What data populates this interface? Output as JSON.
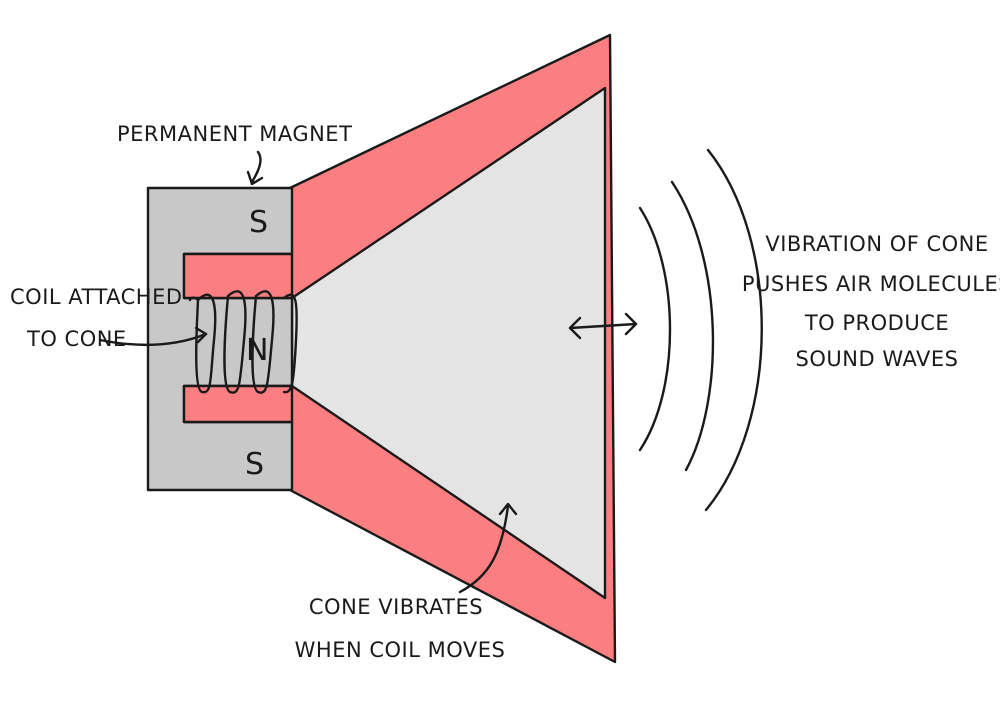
{
  "labels": {
    "permanent_magnet": "PERMANENT MAGNET",
    "coil_line1": "COIL ATTACHED",
    "coil_line2": "TO CONE",
    "vibration_line1": "VIBRATION OF CONE",
    "vibration_line2": "PUSHES AIR MOLECULES",
    "vibration_line3": "TO PRODUCE",
    "vibration_line4": "SOUND WAVES",
    "cone_line1": "CONE VIBRATES",
    "cone_line2": "WHEN COIL MOVES"
  },
  "poles": {
    "top": "S",
    "center": "N",
    "bottom": "S"
  },
  "colors": {
    "magnet": "#c8c8c8",
    "cone_red": "#fb7f80",
    "cone_face": "#e4e4e4",
    "ink": "#1a1a1a",
    "background": "#ffffff"
  }
}
